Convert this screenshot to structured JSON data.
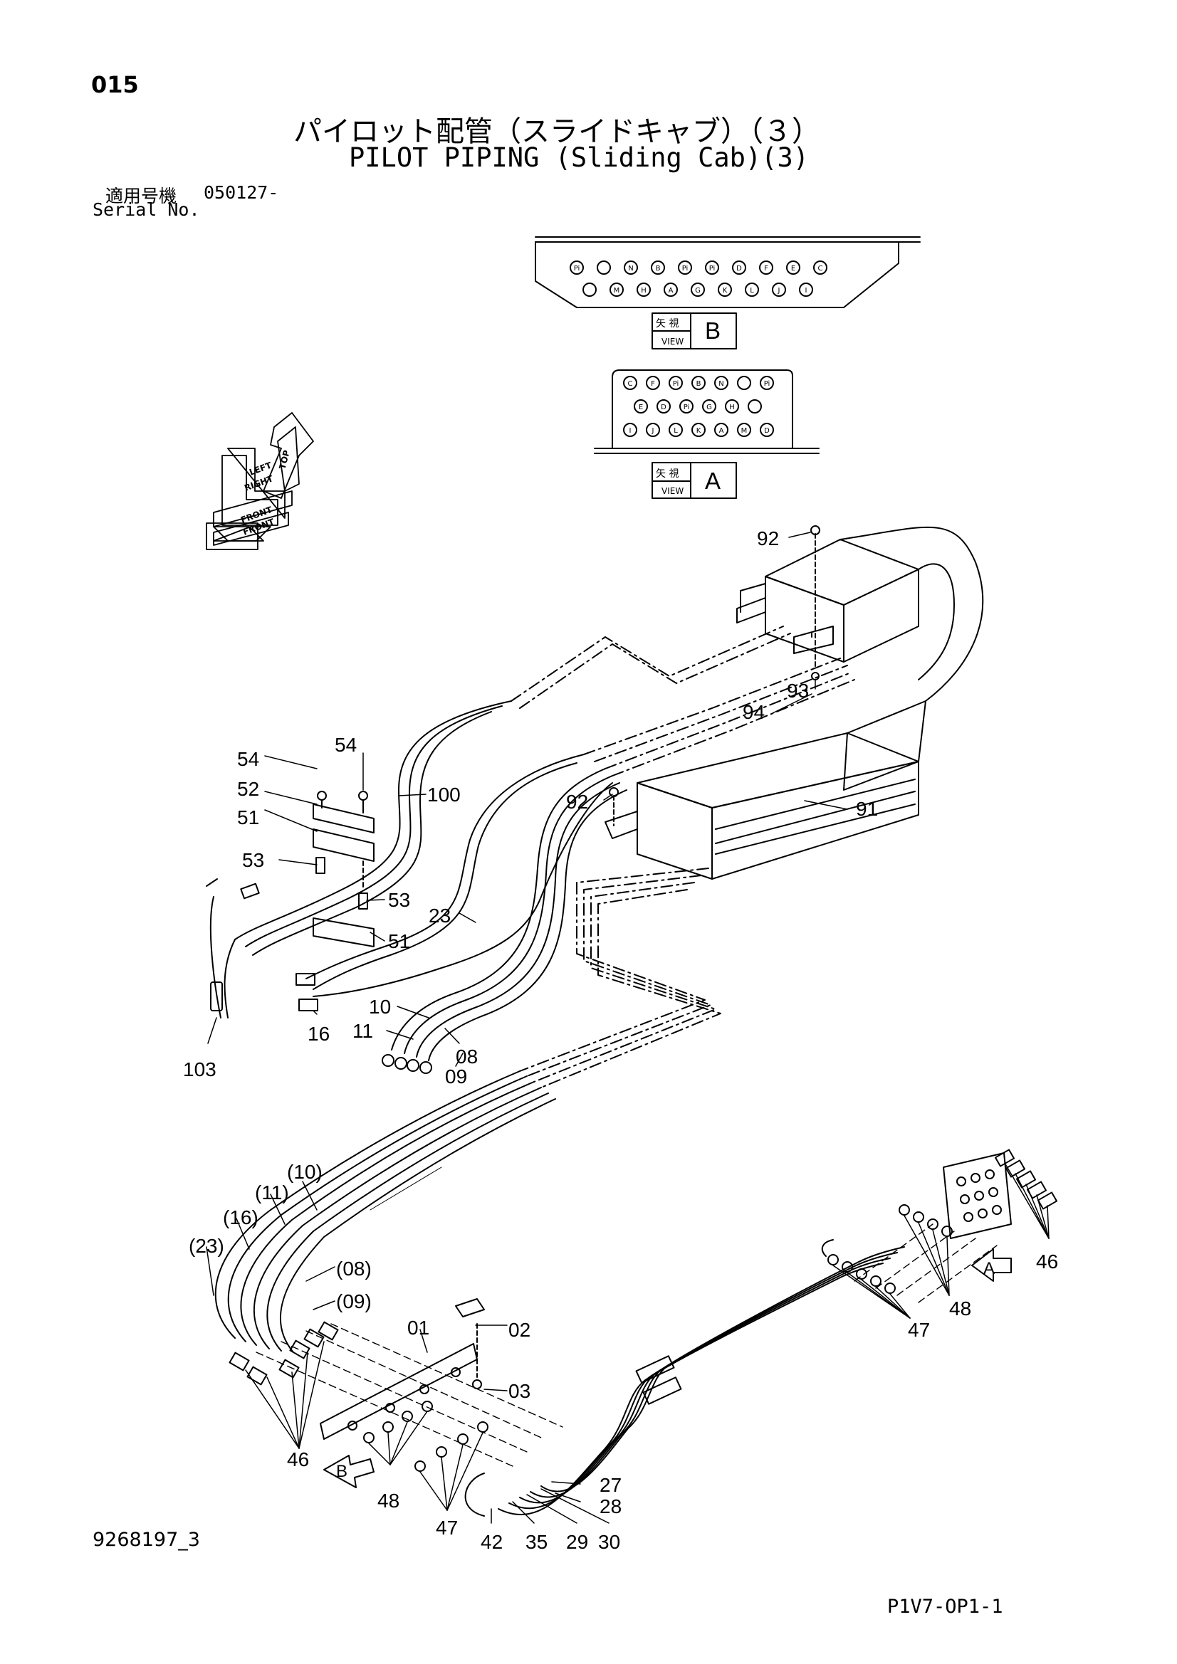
{
  "page_number": "015",
  "title_ja": "パイロット配管（スライドキャブ）（３）",
  "title_en": "PILOT PIPING (Sliding Cab)(3)",
  "serial": {
    "label_ja": "適用号機",
    "label_en": "Serial No.",
    "value": "050127-"
  },
  "view_b": {
    "label_ja": "矢 視",
    "label_en": "VIEW",
    "letter": "B",
    "row1": [
      "Pi",
      "",
      "N",
      "B",
      "Pi",
      "Pi",
      "D",
      "F",
      "E",
      "C"
    ],
    "row2": [
      "",
      "M",
      "H",
      "A",
      "G",
      "K",
      "L",
      "J",
      "I"
    ]
  },
  "view_a": {
    "label_ja": "矢 視",
    "label_en": "VIEW",
    "letter": "A",
    "row1": [
      "C",
      "F",
      "Pi",
      "B",
      "N",
      "",
      "Pi"
    ],
    "row2": [
      "E",
      "D",
      "Pi",
      "G",
      "H",
      ""
    ],
    "row3": [
      "I",
      "J",
      "L",
      "K",
      "A",
      "M",
      "D"
    ]
  },
  "direction_labels": [
    "TOP",
    "LEFT",
    "RIGHT",
    "FRONT",
    "FRONT"
  ],
  "arrow_labels": {
    "a": "A",
    "b": "B"
  },
  "callouts": {
    "c92a": "92",
    "c93": "93",
    "c94": "94",
    "c92b": "92",
    "c91": "91",
    "c54a": "54",
    "c54b": "54",
    "c52": "52",
    "c51a": "51",
    "c53a": "53",
    "c100": "100",
    "c53b": "53",
    "c23": "23",
    "c51b": "51",
    "c10": "10",
    "c11": "11",
    "c16": "16",
    "c08": "08",
    "c09": "09",
    "c103": "103",
    "p10": "(10)",
    "p11": "(11)",
    "p16": "(16)",
    "p23": "(23)",
    "p08": "(08)",
    "p09": "(09)",
    "c01": "01",
    "c02": "02",
    "c03": "03",
    "c46a": "46",
    "c48a": "48",
    "c47a": "47",
    "c42": "42",
    "c35": "35",
    "c29": "29",
    "c30": "30",
    "c27": "27",
    "c28": "28",
    "c47b": "47",
    "c48b": "48",
    "c46b": "46"
  },
  "drawing_number": "9268197_3",
  "sheet_code": "P1V7-OP1-1"
}
